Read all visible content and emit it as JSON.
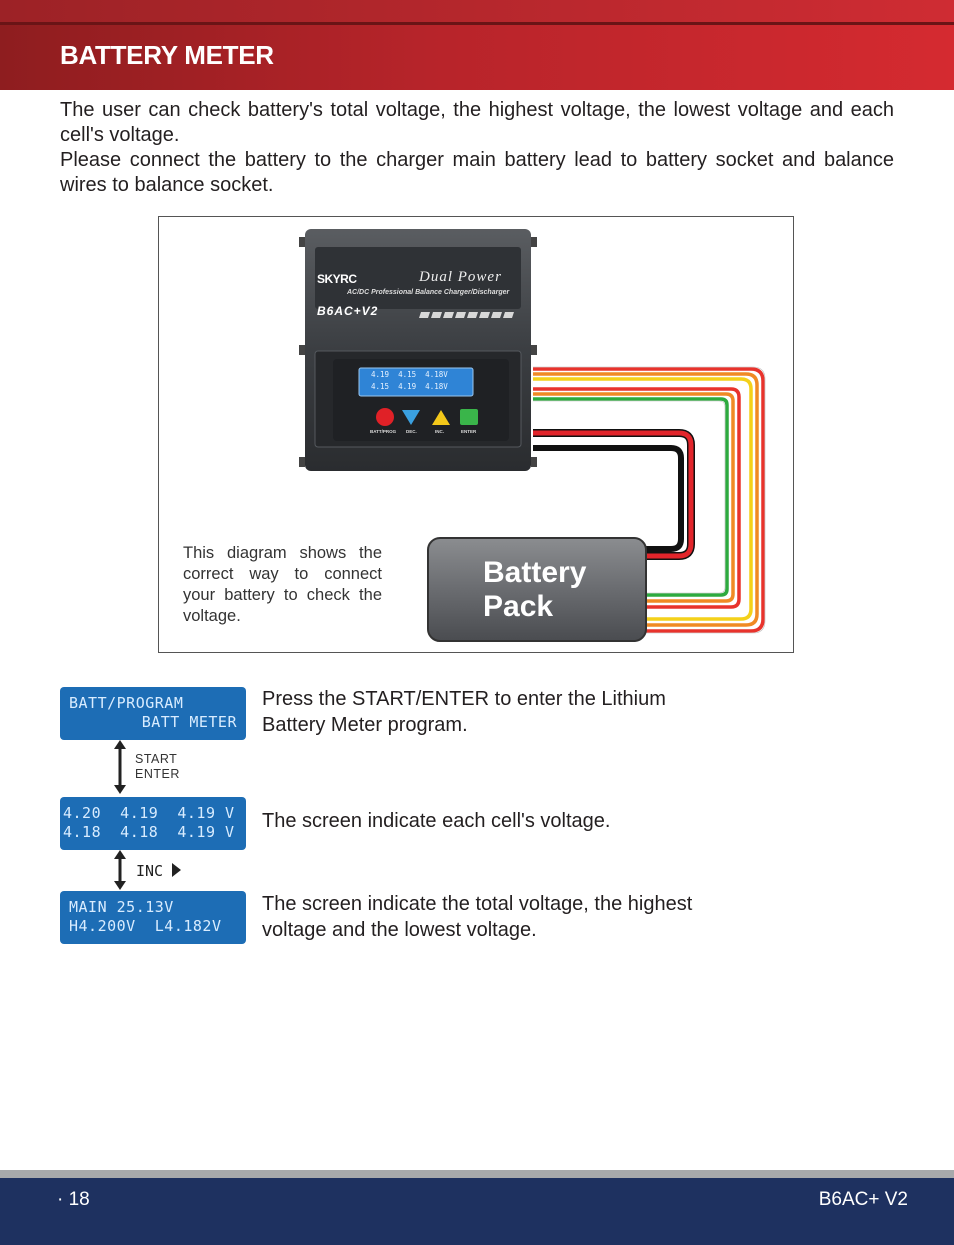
{
  "header": {
    "title": "BATTERY METER"
  },
  "intro": {
    "paragraph1": "The user can check battery's total voltage, the highest voltage, the lowest voltage and each cell's voltage.",
    "paragraph2": "Please connect the battery to the charger main battery lead to battery socket and balance wires to balance socket."
  },
  "diagram": {
    "brand": "SKYRC",
    "product_name": "Dual Power",
    "subtitle": "AC/DC Professional Balance Charger/Discharger",
    "model_badge": "B6AC+V2",
    "lcd_line1": "4.19  4.15  4.18V",
    "lcd_line2": "4.15  4.19  4.18V",
    "buttons": [
      "BATT/PROG",
      "DEC.",
      "INC.",
      "ENTER"
    ],
    "battery_label": "Battery Pack",
    "note": "This diagram shows the correct way to connect your battery to check the voltage."
  },
  "steps": [
    {
      "lcd_line1": "BATT/PROGRAM",
      "lcd_line2": "BATT METER",
      "description": "Press the START/ENTER to enter the Lithium Battery Meter program."
    },
    {
      "lcd_line1": "4.20  4.19  4.19 V",
      "lcd_line2": "4.18  4.18  4.19 V",
      "description": "The screen indicate each cell's voltage."
    },
    {
      "lcd_line1": "MAIN 25.13V",
      "lcd_line2": "H4.200V  L4.182V",
      "description": "The screen indicate the total voltage, the highest voltage and the lowest voltage."
    }
  ],
  "transitions": {
    "start_enter_line1": "START",
    "start_enter_line2": "ENTER",
    "inc": "INC"
  },
  "footer": {
    "page_number": "· 18",
    "model": "B6AC+ V2"
  },
  "colors": {
    "header_red": "#c8282e",
    "footer_navy": "#1e3160",
    "lcd_blue": "#1d6db5"
  }
}
